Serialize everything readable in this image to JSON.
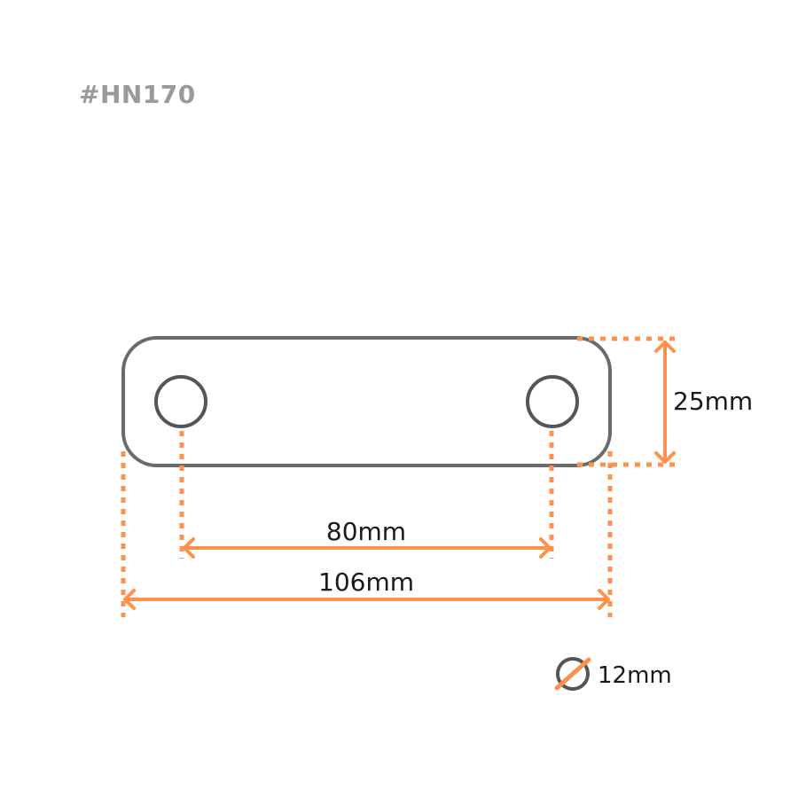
{
  "product": {
    "code": "#HN170"
  },
  "dimensions": {
    "height": "25mm",
    "hole_spacing": "80mm",
    "total_length": "106mm",
    "hole_diameter": "12mm"
  },
  "colors": {
    "outline": "#6b6b6b",
    "hole": "#555555",
    "dimension": "#ff914d",
    "code_text": "#9a9a9a"
  }
}
